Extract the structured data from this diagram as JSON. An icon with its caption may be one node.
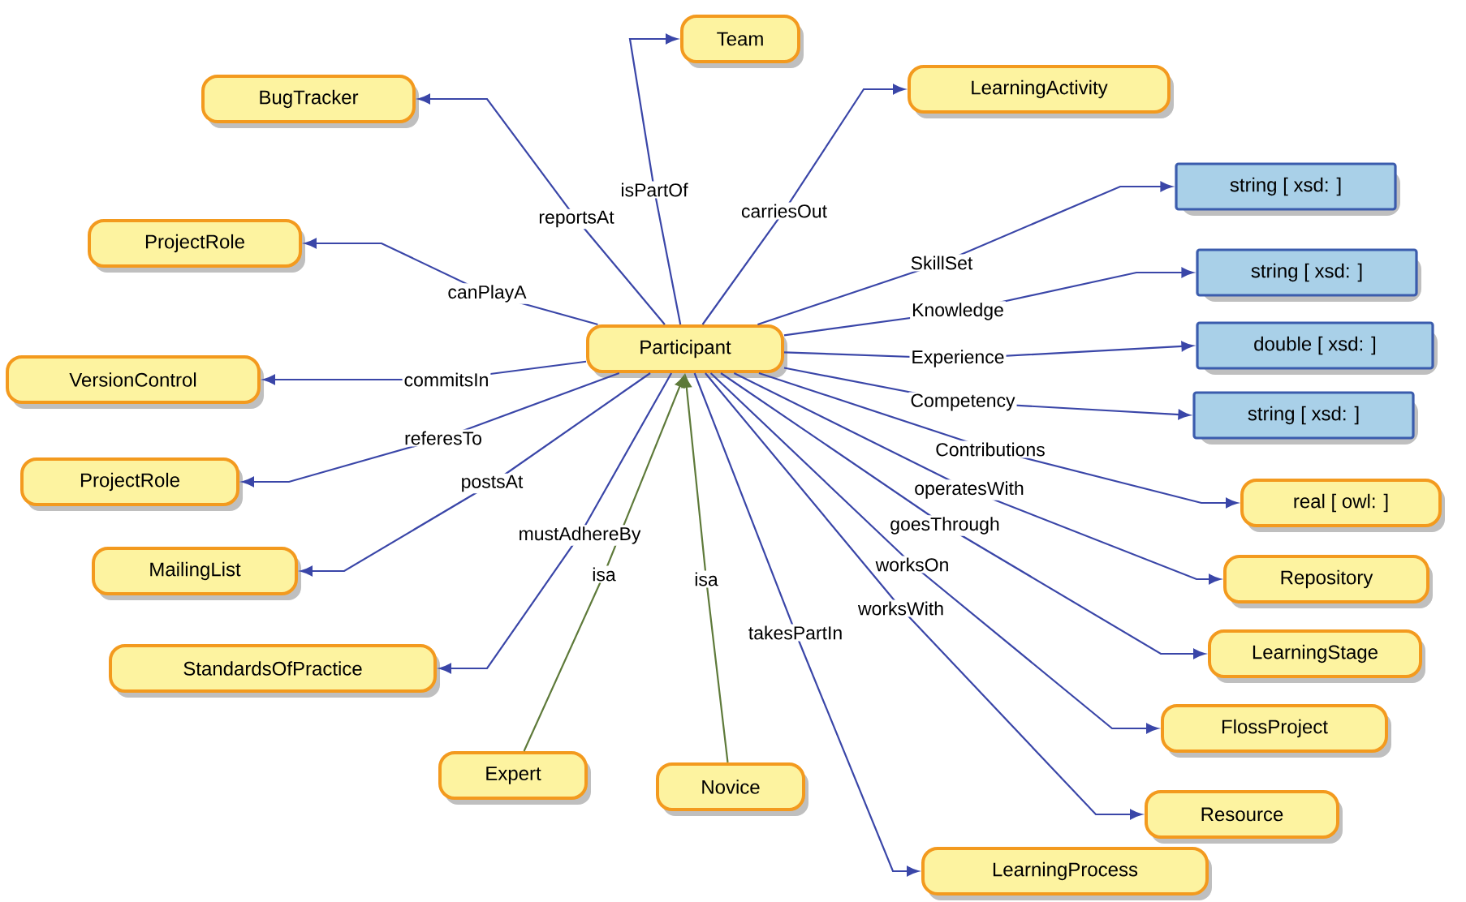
{
  "diagram": {
    "nodes": [
      {
        "text": [
          "Participant"
        ]
      },
      {
        "text": [
          "Team"
        ]
      },
      {
        "text": [
          "BugTracker"
        ]
      },
      {
        "text": [
          "LearningActivity"
        ]
      },
      {
        "text": [
          "ProjectRole"
        ]
      },
      {
        "text": [
          "VersionControl"
        ]
      },
      {
        "text": [
          "ProjectRole"
        ]
      },
      {
        "text": [
          "MailingList"
        ]
      },
      {
        "text": [
          "StandardsOfPractice"
        ]
      },
      {
        "text": [
          "Expert"
        ]
      },
      {
        "text": [
          "Novice"
        ]
      },
      {
        "text": [
          "string [ xsd: ]"
        ]
      },
      {
        "text": [
          "string [ xsd: ]"
        ]
      },
      {
        "text": [
          "double [ xsd: ]"
        ]
      },
      {
        "text": [
          "string [ xsd: ]"
        ]
      },
      {
        "text": [
          "real [ owl: ]"
        ]
      },
      {
        "text": [
          "Repository"
        ]
      },
      {
        "text": [
          "LearningStage"
        ]
      },
      {
        "text": [
          "FlossProject"
        ]
      },
      {
        "text": [
          "Resource"
        ]
      },
      {
        "text": [
          "LearningProcess"
        ]
      }
    ],
    "edges": [
      {
        "from": 0,
        "to": 1,
        "arrow": "to",
        "label": "isPartOf"
      },
      {
        "from": 0,
        "to": 2,
        "arrow": "to",
        "label": "reportsAt"
      },
      {
        "from": 0,
        "to": 3,
        "arrow": "to",
        "label": "carriesOut"
      },
      {
        "from": 0,
        "to": 4,
        "arrow": "to",
        "label": "canPlayA"
      },
      {
        "from": 0,
        "to": 5,
        "arrow": "to",
        "label": "commitsIn"
      },
      {
        "from": 0,
        "to": 6,
        "arrow": "to",
        "label": "referesTo"
      },
      {
        "from": 0,
        "to": 7,
        "arrow": "to",
        "label": "postsAt"
      },
      {
        "from": 0,
        "to": 8,
        "arrow": "to",
        "label": "mustAdhereBy"
      },
      {
        "from": 9,
        "to": 0,
        "arrow": "to",
        "label": "isa",
        "color": "#5e7a3a"
      },
      {
        "from": 10,
        "to": 0,
        "arrow": "to",
        "label": "isa",
        "color": "#5e7a3a"
      },
      {
        "from": 0,
        "to": 20,
        "arrow": "to",
        "label": "takesPartIn"
      },
      {
        "from": 0,
        "to": 11,
        "arrow": "to",
        "label": "SkillSet"
      },
      {
        "from": 0,
        "to": 12,
        "arrow": "to",
        "label": "Knowledge"
      },
      {
        "from": 0,
        "to": 13,
        "arrow": "to",
        "label": "Experience"
      },
      {
        "from": 0,
        "to": 14,
        "arrow": "to",
        "label": "Competency"
      },
      {
        "from": 0,
        "to": 15,
        "arrow": "to",
        "label": "Contributions"
      },
      {
        "from": 0,
        "to": 16,
        "arrow": "to",
        "label": "operatesWith"
      },
      {
        "from": 0,
        "to": 17,
        "arrow": "to",
        "label": "goesThrough"
      },
      {
        "from": 0,
        "to": 18,
        "arrow": "to",
        "label": "worksOn"
      },
      {
        "from": 0,
        "to": 19,
        "arrow": "to",
        "label": "worksWith"
      }
    ]
  }
}
